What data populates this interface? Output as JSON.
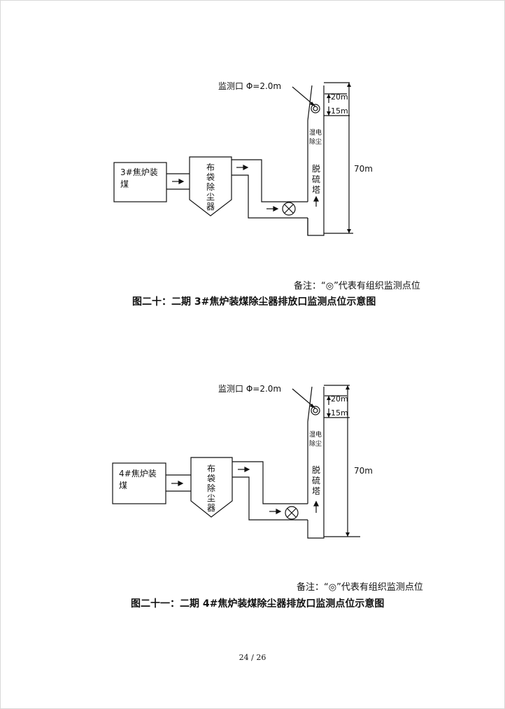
{
  "figures": [
    {
      "furnace_label": "3#焦炉装",
      "furnace_label_line2": "煤",
      "baghouse_chars": [
        "布",
        "袋",
        "除",
        "尘",
        "器"
      ],
      "wet_esp_chars": [
        "湿电",
        "除尘"
      ],
      "desulfur_chars": [
        "脱",
        "硫",
        "塔"
      ],
      "monitor_port": "监测口 Φ=2.0m",
      "dim_top": "20m",
      "dim_mid": "15m",
      "dim_height": "70m",
      "note": "备注：“◎”代表有组织监测点位",
      "caption": "图二十：二期 3#焦炉装煤除尘器排放口监测点位示意图"
    },
    {
      "furnace_label": "4#焦炉装",
      "furnace_label_line2": "煤",
      "baghouse_chars": [
        "布",
        "袋",
        "除",
        "尘",
        "器"
      ],
      "wet_esp_chars": [
        "湿电",
        "除尘"
      ],
      "desulfur_chars": [
        "脱",
        "硫",
        "塔"
      ],
      "monitor_port": "监测口 Φ=2.0m",
      "dim_top": "20m",
      "dim_mid": "15m",
      "dim_height": "70m",
      "note": "备注：“◎”代表有组织监测点位",
      "caption": "图二十一：二期 4#焦炉装煤除尘器排放口监测点位示意图"
    }
  ],
  "page_number": "24 / 26",
  "icons": {
    "monitor_point": "double-circle-icon",
    "fan": "circle-x-icon",
    "flow": "arrow-icon"
  }
}
